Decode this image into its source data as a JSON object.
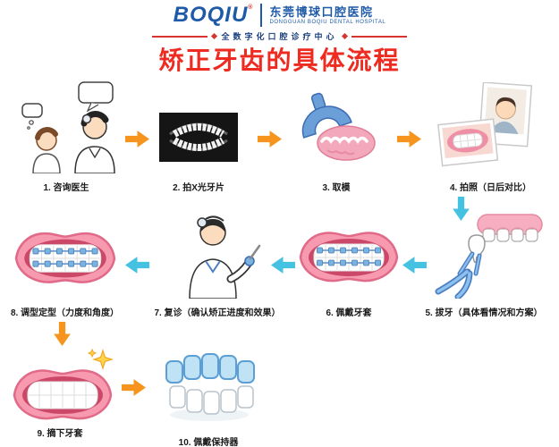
{
  "header": {
    "logo_text": "BOQIU",
    "registered_mark": "®",
    "hospital_name_cn": "东莞博球口腔医院",
    "hospital_name_en": "DONGGUAN BOQIU DENTAL HOSPITAL",
    "tagline": "全数字化口腔诊疗中心"
  },
  "title": "矫正牙齿的具体流程",
  "steps": [
    {
      "label": "1. 咨询医生",
      "icon": "patient-doctor-consult-icon"
    },
    {
      "label": "2. 拍X光牙片",
      "icon": "panoramic-xray-icon"
    },
    {
      "label": "3. 取模",
      "icon": "dental-impression-tray-icon"
    },
    {
      "label": "4. 拍照（日后对比）",
      "icon": "comparison-photos-icon"
    },
    {
      "label": "5. 拔牙（具体看情况和方案）",
      "icon": "tooth-extraction-forceps-icon"
    },
    {
      "label": "6. 佩戴牙套",
      "icon": "mouth-with-braces-icon"
    },
    {
      "label": "7. 复诊（确认矫正进度和效果）",
      "icon": "dentist-checkup-icon"
    },
    {
      "label": "8. 调型定型（力度和角度）",
      "icon": "mouth-with-braces-icon"
    },
    {
      "label": "9. 摘下牙套",
      "icon": "clean-smile-sparkle-icon"
    },
    {
      "label": "10. 佩戴保持器",
      "icon": "teeth-with-retainer-icon"
    }
  ],
  "colors": {
    "logo_blue": "#1e5aa8",
    "title_red": "#ee2b20",
    "tagline_red": "#d5342f",
    "arrow_orange": "#f7941d",
    "arrow_cyan": "#45c2e2",
    "lips_pink": "#f79ab0",
    "bracket_blue": "#7ab3e0"
  }
}
